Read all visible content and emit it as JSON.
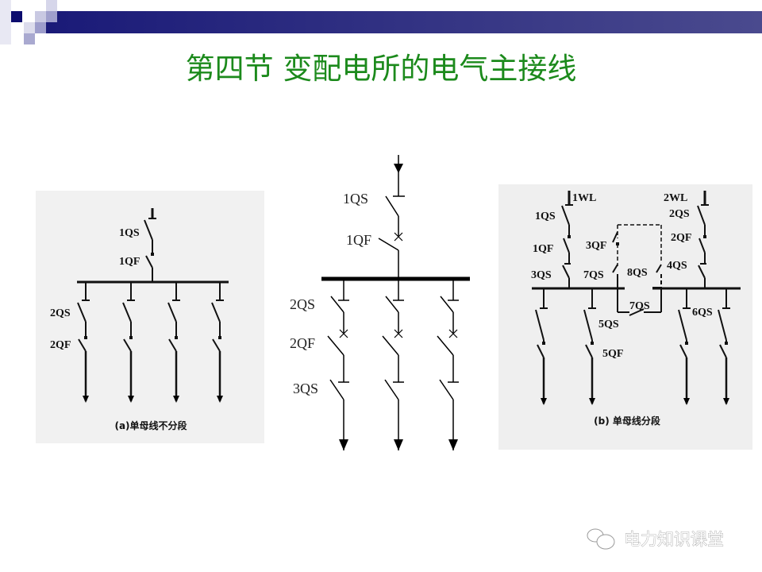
{
  "slide": {
    "title": "第四节 变配电所的电气主接线",
    "colors": {
      "title": "#1c8a1c",
      "header_bar": "#1f1f7a",
      "diagram_line": "#000000"
    }
  },
  "diagram_a": {
    "caption": "(a)单母线不分段",
    "labels": {
      "qs1": "1QS",
      "qf1": "1QF",
      "qs2": "2QS",
      "qf2": "2QF"
    }
  },
  "diagram_middle": {
    "labels": {
      "qs1": "1QS",
      "qf1": "1QF",
      "qs2": "2QS",
      "qf2": "2QF",
      "qs3": "3QS"
    }
  },
  "diagram_b": {
    "caption": "(b) 单母线分段",
    "labels": {
      "wl1": "1WL",
      "qs1": "1QS",
      "qf1": "1QF",
      "qs3": "3QS",
      "qf3": "3QF",
      "qs7a": "7QS",
      "qs8": "8QS",
      "wl2": "2WL",
      "qs2": "2QS",
      "qf2": "2QF",
      "qs4": "4QS",
      "qs7b": "7QS",
      "qs5": "5QS",
      "qf5": "5QF",
      "qs6": "6QS"
    }
  },
  "watermark": {
    "text": "电力知识课堂",
    "icon": "wechat-icon"
  }
}
